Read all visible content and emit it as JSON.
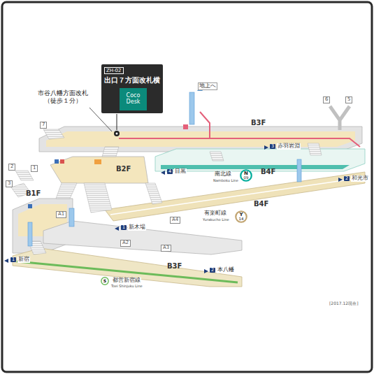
{
  "diagram": {
    "nodes": [
      {
        "text": [
          "ZH-02",
          "出口７方面改札横"
        ]
      },
      {
        "text": [
          "Coco Desk"
        ],
        "in": 0
      },
      {
        "text": [
          "N",
          "09"
        ]
      },
      {
        "text": [
          "Y",
          "14"
        ]
      },
      {
        "text": [
          "S"
        ]
      }
    ],
    "labels": [
      "市谷八幡方面改札 （徒歩１分）",
      "地上へ",
      "B3F",
      "B2F",
      "B1F",
      "B4F",
      "B4F",
      "B3F",
      "南北線",
      "Namboku Line",
      "有楽町線",
      "Yurakucho Line",
      "都営新宿線",
      "Toei Shinjuku Line",
      "7",
      "6",
      "5",
      "2",
      "1",
      "3",
      "A1",
      "A2",
      "A3",
      "A4",
      "3",
      "赤羽岩淵",
      "2",
      "和光市",
      "4",
      "目黒",
      "1",
      "新木場",
      "2",
      "本八幡",
      "1",
      "新宿",
      "[2017.12現在]"
    ]
  }
}
